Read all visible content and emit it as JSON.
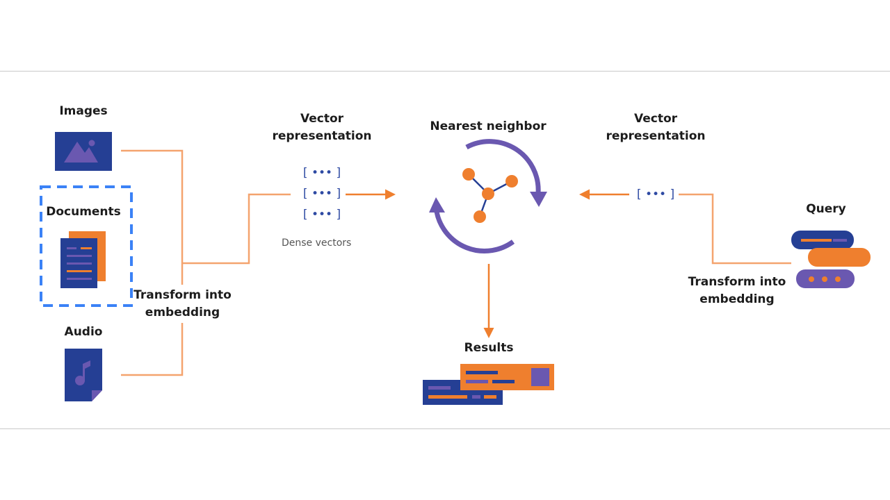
{
  "colors": {
    "navy": "#253f94",
    "purple": "#6a58b0",
    "orange": "#ef7f2e",
    "line_orange": "#f4a36e",
    "dashed_blue": "#3b82f6",
    "bracket_blue": "#2e4aa3",
    "divider": "#c8c8c8"
  },
  "inputs": {
    "images_label": "Images",
    "documents_label": "Documents",
    "audio_label": "Audio",
    "transform_left": [
      "Transform into",
      "embedding"
    ]
  },
  "vectors_left": {
    "title": [
      "Vector",
      "representation"
    ],
    "caption": "Dense vectors",
    "bracket_text": "[ ••• ]"
  },
  "center": {
    "title": "Nearest neighbor"
  },
  "vectors_right": {
    "title": [
      "Vector",
      "representation"
    ],
    "bracket_text": "[ ••• ]"
  },
  "query": {
    "label": "Query",
    "transform_right": [
      "Transform into",
      "embedding"
    ]
  },
  "results": {
    "label": "Results"
  },
  "icons": {
    "images": "image-icon",
    "documents": "document-icon",
    "audio": "audio-file-icon",
    "nearest": "cycle-graph-icon",
    "query": "query-stack-icon",
    "results": "results-cards-icon"
  }
}
